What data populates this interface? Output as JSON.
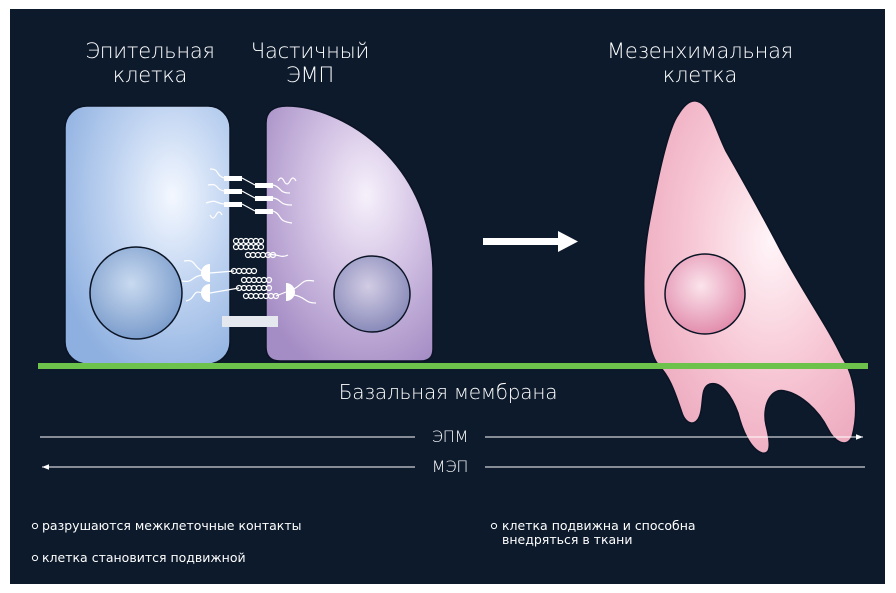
{
  "labels": {
    "epithelial": "Эпительная\nклетка",
    "partial": "Частичный\nЭМП",
    "mesenchymal": "Мезенхимальная\nклетка",
    "membrane": "Базальная мембрана",
    "forward": "ЭПМ",
    "reverse": "МЭП"
  },
  "notes": {
    "left_1": "разрушаются межклеточные контакты",
    "left_2": "клетка становится подвижной",
    "right_1": "клетка подвижна и способна\nвнедряться в ткани"
  },
  "colors": {
    "background": "#0c1a2c",
    "epithelial_cell": "#b6cdee",
    "partial_cell": "#cdbde0",
    "mesenchymal_cell": "#f7c5d4",
    "membrane": "#6cc24a",
    "arrows": "#ffffff"
  }
}
